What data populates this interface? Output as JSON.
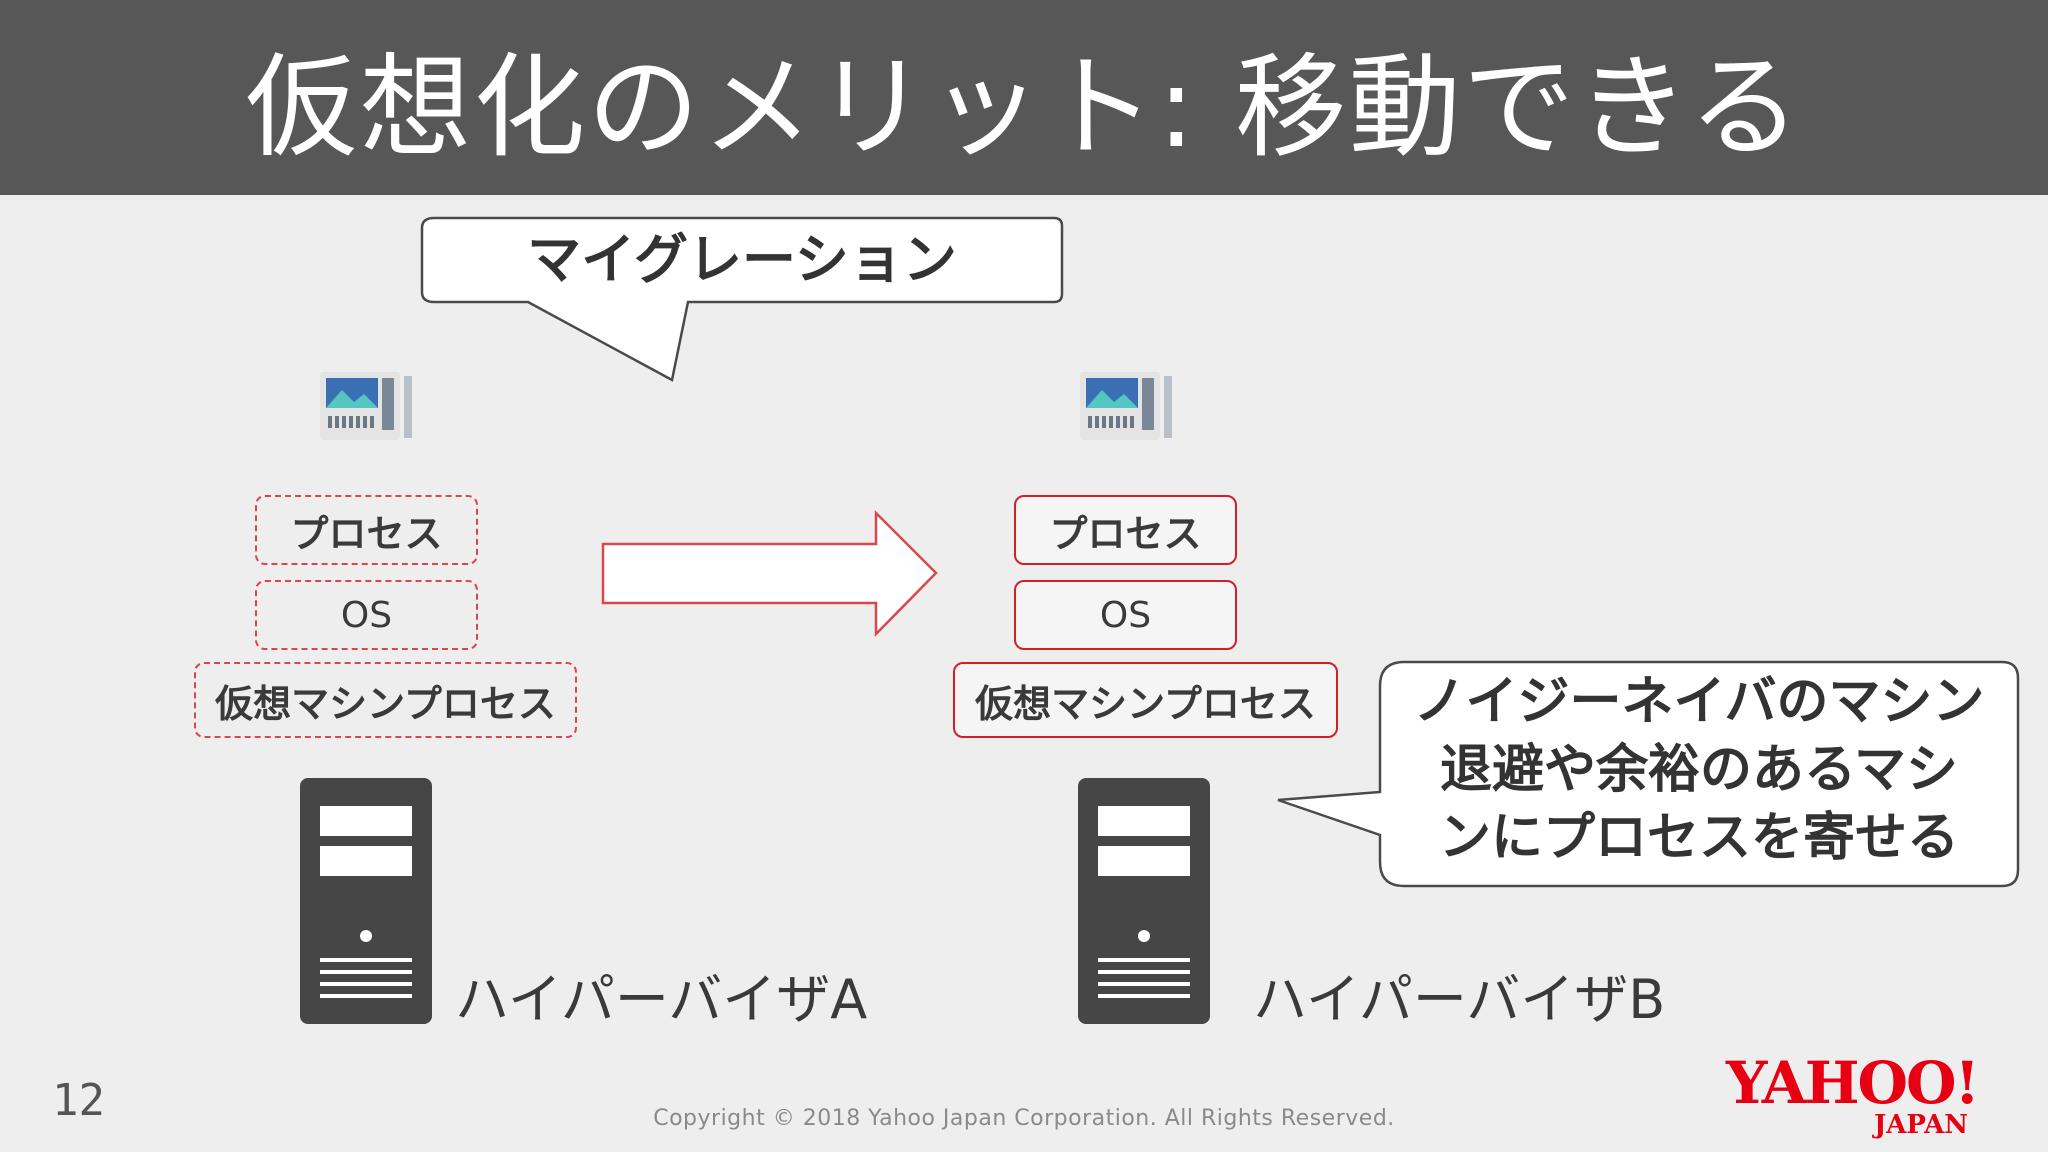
{
  "title": "仮想化のメリット: 移動できる",
  "migration_callout": "マイグレーション",
  "left_stack": {
    "process": "プロセス",
    "os": "OS",
    "vm_process": "仮想マシンプロセス",
    "hypervisor": "ハイパーバイザA"
  },
  "right_stack": {
    "process": "プロセス",
    "os": "OS",
    "vm_process": "仮想マシンプロセス",
    "hypervisor": "ハイパーバイザB"
  },
  "noisy_callout": {
    "line1": "ノイジーネイバのマシン",
    "line2": "退避や余裕のあるマシ",
    "line3": "ンにプロセスを寄せる"
  },
  "footer": {
    "page_number": "12",
    "copyright": "Copyright © 2018 Yahoo Japan Corporation. All Rights Reserved.",
    "logo_main": "YAHOO!",
    "logo_sub": "JAPAN"
  },
  "colors": {
    "title_bar": "#575757",
    "accent_red": "#d21f29",
    "server_dark": "#464646",
    "background": "#efeeee"
  },
  "icons": [
    "app-window-icon",
    "server-icon",
    "arrow-right-icon"
  ]
}
